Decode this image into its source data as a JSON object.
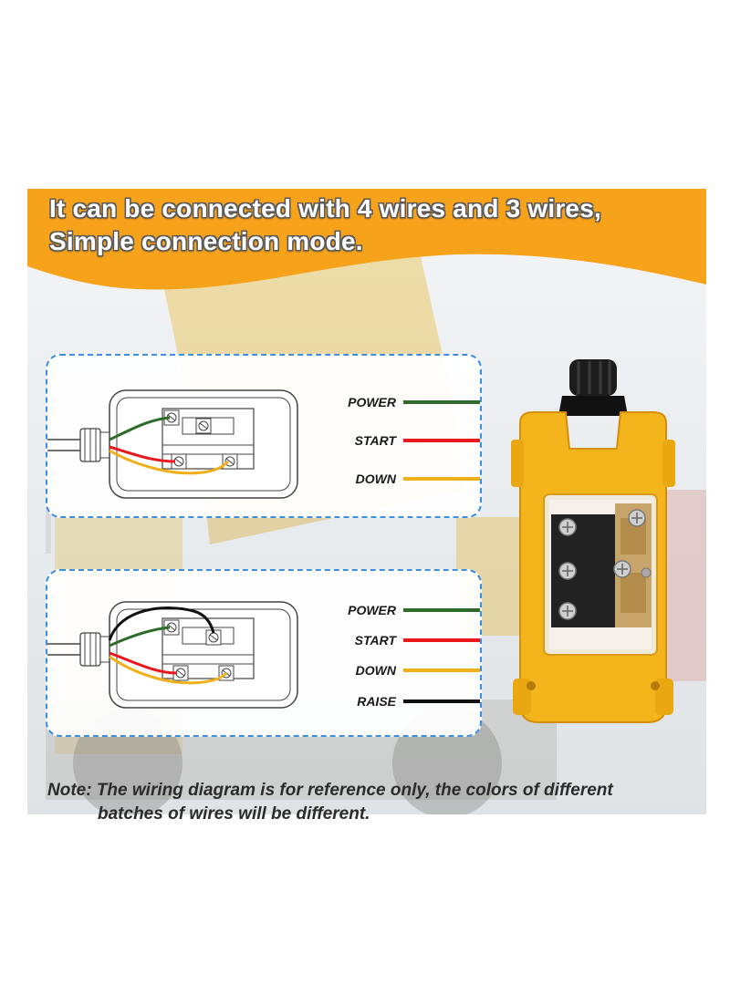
{
  "headline": {
    "line1": "It can be connected with 4 wires and 3 wires,",
    "line2": "Simple connection mode."
  },
  "diagram_3_wire": {
    "labels": [
      "POWER",
      "START",
      "DOWN"
    ],
    "colors": [
      "#2f6b2a",
      "#e8181c",
      "#f0b01c"
    ]
  },
  "diagram_4_wire": {
    "labels": [
      "POWER",
      "START",
      "DOWN",
      "RAISE"
    ],
    "colors": [
      "#2f6b2a",
      "#e8181c",
      "#f0b01c",
      "#111111"
    ]
  },
  "note": {
    "line1": "Note: The wiring diagram is for reference only, the colors of different",
    "line2": "batches of wires will be different."
  },
  "colors": {
    "accent_orange": "#f7a21b",
    "device_yellow": "#f3b41c",
    "dashed_border": "#3b8ee0"
  },
  "icons": [
    "cable-gland-icon",
    "terminal-screw-icon",
    "switch-contact-block-icon"
  ]
}
